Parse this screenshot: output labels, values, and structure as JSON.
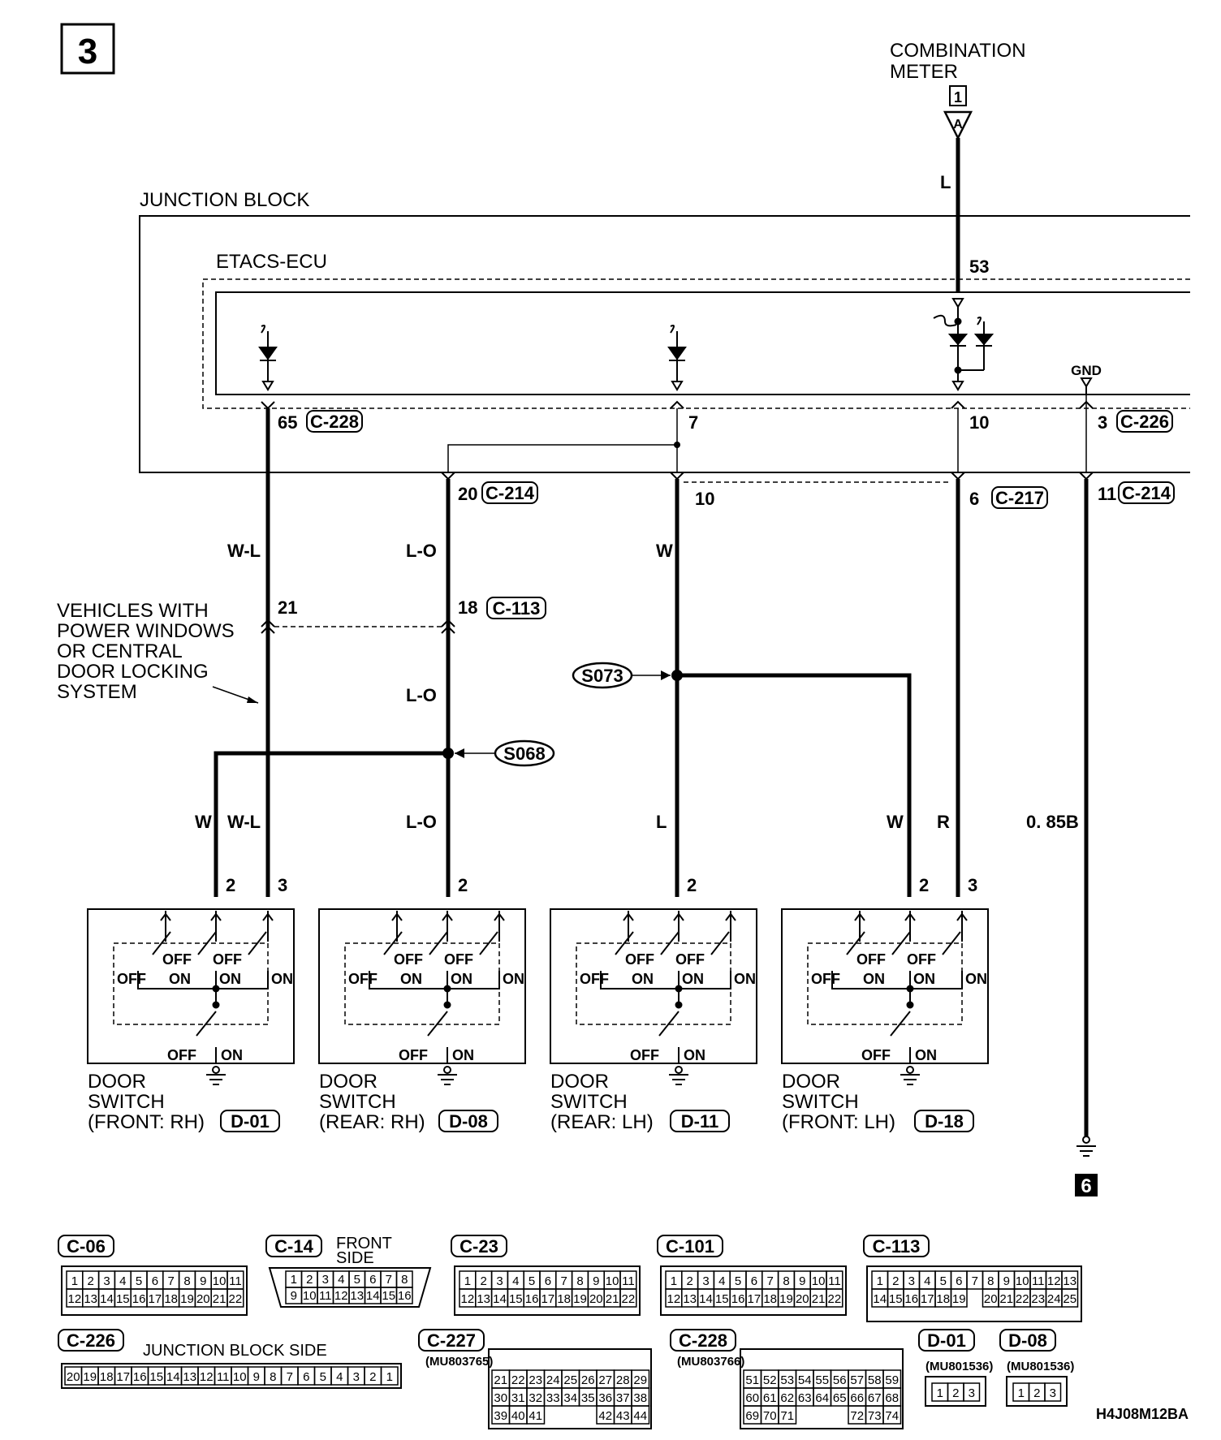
{
  "page": {
    "number": "3",
    "code": "H4J08M12BA"
  },
  "combination_meter": {
    "line1": "COMBINATION",
    "line2": "METER",
    "ref": "1",
    "pin": "A",
    "wire": "L"
  },
  "junction_block": {
    "label": "JUNCTION BLOCK"
  },
  "etacs": {
    "label": "ETACS-ECU",
    "pin53": "53",
    "gnd": "GND"
  },
  "pins": {
    "p65": "65",
    "c228": "C-228",
    "p7": "7",
    "p10": "10",
    "p3": "3",
    "c226": "C-226",
    "p20": "20",
    "c214a": "C-214",
    "p10b": "10",
    "p6": "6",
    "c217": "C-217",
    "p11": "11",
    "c214b": "C-214",
    "p21": "21",
    "p18": "18",
    "c113": "C-113",
    "p2a": "2",
    "p3a": "3",
    "p2b": "2",
    "p2c": "2",
    "p2d": "2",
    "p3d": "3"
  },
  "wires": {
    "wl1": "W-L",
    "lo1": "L-O",
    "w1": "W",
    "lo2": "L-O",
    "w2": "W",
    "wl2": "W-L",
    "lo3": "L-O",
    "l2": "L",
    "w3": "W",
    "r1": "R",
    "b085": "0. 85B"
  },
  "note": {
    "line1": "VEHICLES WITH",
    "line2": "POWER WINDOWS",
    "line3": "OR CENTRAL",
    "line4": "DOOR LOCKING",
    "line5": "SYSTEM"
  },
  "splices": {
    "s073": "S073",
    "s068": "S068"
  },
  "ground": {
    "ref": "6"
  },
  "switch_labels": {
    "off": "OFF",
    "on": "ON"
  },
  "switches": [
    {
      "line1": "DOOR",
      "line2": "SWITCH",
      "line3": "(FRONT: RH)",
      "conn": "D-01"
    },
    {
      "line1": "DOOR",
      "line2": "SWITCH",
      "line3": "(REAR: RH)",
      "conn": "D-08"
    },
    {
      "line1": "DOOR",
      "line2": "SWITCH",
      "line3": "(REAR: LH)",
      "conn": "D-11"
    },
    {
      "line1": "DOOR",
      "line2": "SWITCH",
      "line3": "(FRONT: LH)",
      "conn": "D-18"
    }
  ],
  "connectors": {
    "c06": {
      "label": "C-06",
      "row1": [
        "1",
        "2",
        "3",
        "4",
        "5",
        "6",
        "7",
        "8",
        "9",
        "10",
        "11"
      ],
      "row2": [
        "12",
        "13",
        "14",
        "15",
        "16",
        "17",
        "18",
        "19",
        "20",
        "21",
        "22"
      ]
    },
    "c14": {
      "label": "C-14",
      "side1": "FRONT",
      "side2": "SIDE",
      "row1": [
        "1",
        "2",
        "3",
        "4",
        "5",
        "6",
        "7",
        "8"
      ],
      "row2": [
        "9",
        "10",
        "11",
        "12",
        "13",
        "14",
        "15",
        "16"
      ]
    },
    "c23": {
      "label": "C-23",
      "row1": [
        "1",
        "2",
        "3",
        "4",
        "5",
        "6",
        "7",
        "8",
        "9",
        "10",
        "11"
      ],
      "row2": [
        "12",
        "13",
        "14",
        "15",
        "16",
        "17",
        "18",
        "19",
        "20",
        "21",
        "22"
      ]
    },
    "c101": {
      "label": "C-101",
      "row1": [
        "1",
        "2",
        "3",
        "4",
        "5",
        "6",
        "7",
        "8",
        "9",
        "10",
        "11"
      ],
      "row2": [
        "12",
        "13",
        "14",
        "15",
        "16",
        "17",
        "18",
        "19",
        "20",
        "21",
        "22"
      ]
    },
    "c113": {
      "label": "C-113",
      "row1": [
        "1",
        "2",
        "3",
        "4",
        "5",
        "6",
        "7",
        "8",
        "9",
        "10",
        "11",
        "12",
        "13"
      ],
      "row2": [
        "14",
        "15",
        "16",
        "17",
        "18",
        "19",
        "",
        "20",
        "21",
        "22",
        "23",
        "24",
        "25"
      ]
    },
    "c226": {
      "label": "C-226",
      "side": "JUNCTION BLOCK SIDE",
      "row1": [
        "20",
        "19",
        "18",
        "17",
        "16",
        "15",
        "14",
        "13",
        "12",
        "11",
        "10",
        "9",
        "8",
        "7",
        "6",
        "5",
        "4",
        "3",
        "2",
        "1"
      ]
    },
    "c227": {
      "label": "C-227",
      "part": "(MU803765)",
      "row1": [
        "21",
        "22",
        "23",
        "24",
        "25",
        "26",
        "27",
        "28",
        "29"
      ],
      "row2": [
        "30",
        "31",
        "32",
        "33",
        "34",
        "35",
        "36",
        "37",
        "38"
      ],
      "row3": [
        "39",
        "40",
        "41",
        "",
        "",
        "",
        "42",
        "43",
        "44"
      ]
    },
    "c228": {
      "label": "C-228",
      "part": "(MU803766)",
      "row1": [
        "51",
        "52",
        "53",
        "54",
        "55",
        "56",
        "57",
        "58",
        "59"
      ],
      "row2": [
        "60",
        "61",
        "62",
        "63",
        "64",
        "65",
        "66",
        "67",
        "68"
      ],
      "row3": [
        "69",
        "70",
        "71",
        "",
        "",
        "",
        "72",
        "73",
        "74"
      ]
    },
    "d01": {
      "label": "D-01",
      "part": "(MU801536)",
      "row1": [
        "1",
        "2",
        "3"
      ]
    },
    "d08": {
      "label": "D-08",
      "part": "(MU801536)",
      "row1": [
        "1",
        "2",
        "3"
      ]
    }
  }
}
